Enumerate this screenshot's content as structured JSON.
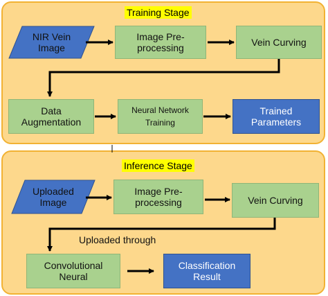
{
  "colors": {
    "stage_fill": "#fdd88c",
    "stage_border": "#f2b233",
    "title_highlight": "#ffff00",
    "process_fill": "#a9d18e",
    "process_border": "#8fb577",
    "result_fill": "#4472c4",
    "input_fill": "#4472c4",
    "arrow": "#000000"
  },
  "training": {
    "title": "Training Stage",
    "nodes": {
      "input": "NIR Vein\nImage",
      "preprocess": "Image Pre-\nprocessing",
      "curving": "Vein Curving",
      "augmentation": "Data\nAugmentation",
      "nn_training": "Neural Network\nTraining",
      "trained": "Trained\nParameters"
    }
  },
  "inference": {
    "title": "Inference Stage",
    "nodes": {
      "input": "Uploaded\nImage",
      "preprocess": "Image Pre-\nprocessing",
      "curving": "Vein Curving",
      "cnn": "Convolutional\nNeural",
      "result": "Classification\nResult"
    },
    "connector_label": "Uploaded through"
  }
}
